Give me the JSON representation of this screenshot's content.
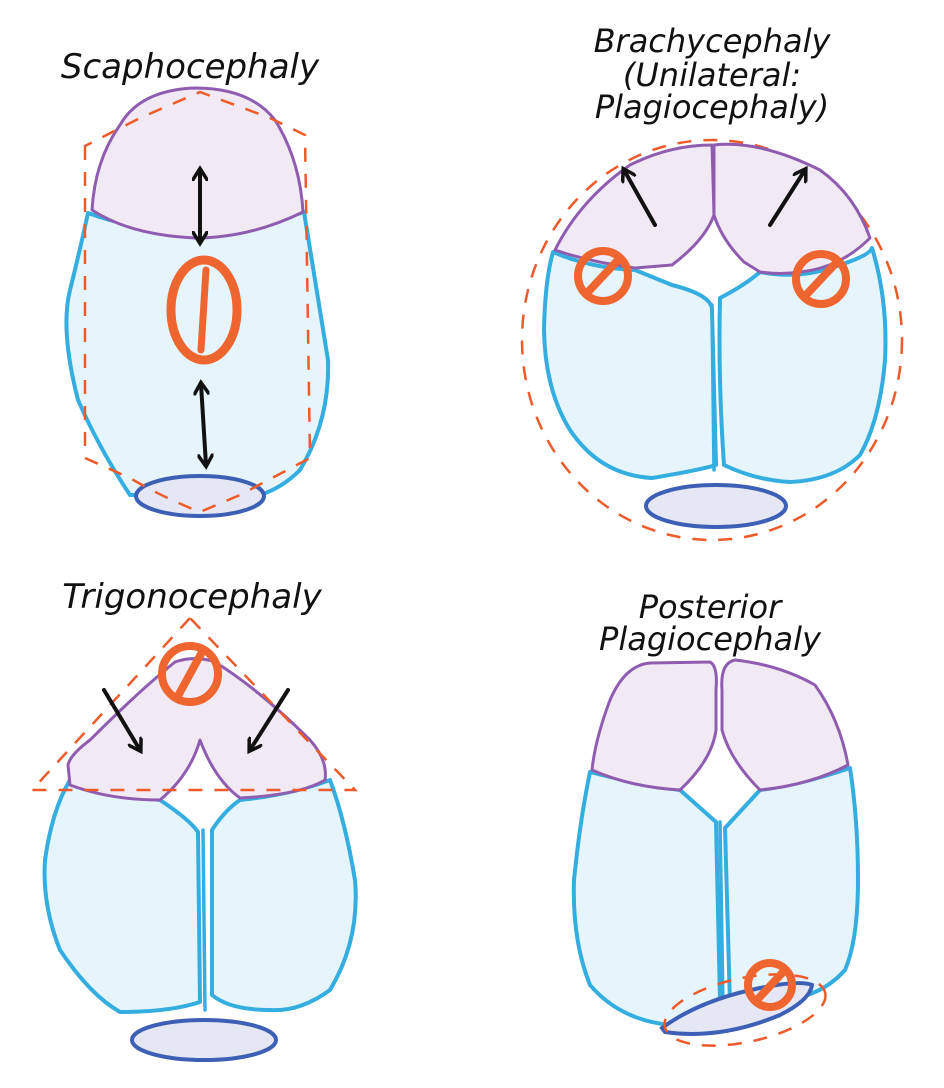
{
  "figure": {
    "subject": "Craniosynostosis skull shape types (top view)",
    "colors": {
      "frontal_fill": "#f1eaf4",
      "frontal_stroke": "#8f5db0",
      "parietal_fill": "#e6f5fc",
      "parietal_stroke": "#34ade0",
      "occipital_fill": "#e5e8f4",
      "occipital_stroke": "#3d5fb5",
      "outline_dashed": "#ee5a2a",
      "fused_suture_marker": "#ef6530",
      "arrow": "#111111"
    },
    "panels": [
      {
        "id": "scaphocephaly",
        "title_lines": [
          "Scaphocephaly"
        ],
        "fused_suture": "sagittal",
        "arrows": [
          "up-down elongation",
          "up-down elongation"
        ],
        "outline_shape": "elongated rectangle"
      },
      {
        "id": "brachycephaly",
        "title_lines": [
          "Brachycephaly",
          "(Unilateral:",
          "Plagiocephaly)"
        ],
        "fused_suture": "bilateral coronal",
        "arrows": [
          "up-left expansion",
          "up-right expansion"
        ],
        "outline_shape": "wide circle"
      },
      {
        "id": "trigonocephaly",
        "title_lines": [
          "Trigonocephaly"
        ],
        "fused_suture": "metopic",
        "arrows": [
          "inward down-right",
          "inward down-left"
        ],
        "outline_shape": "triangle"
      },
      {
        "id": "posterior-plagiocephaly",
        "title_lines": [
          "Posterior",
          "Plagiocephaly"
        ],
        "fused_suture": "lambdoid (one side)",
        "arrows": [],
        "outline_shape": "skewed ellipse around occiput"
      }
    ]
  }
}
